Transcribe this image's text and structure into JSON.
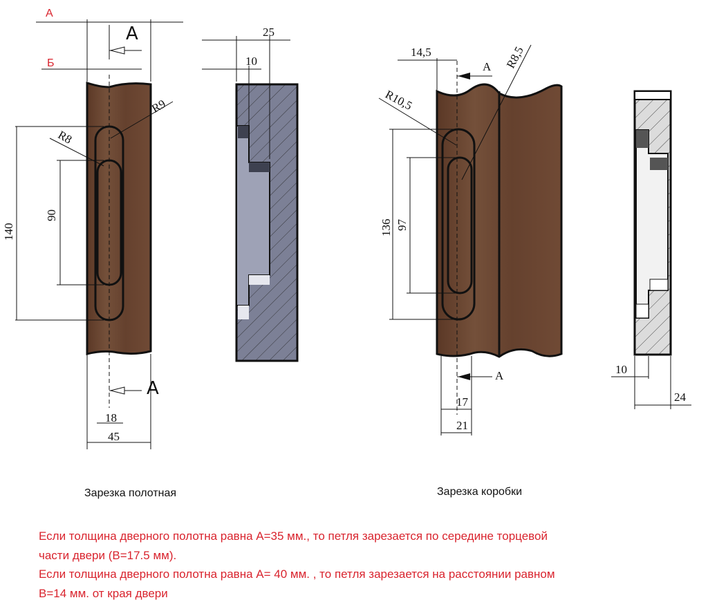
{
  "left_drawing": {
    "caption": "Зарезка полотная",
    "labels": {
      "a_red": "А",
      "b_red": "Б",
      "section_top": "A",
      "section_bottom": "A"
    },
    "dims": {
      "r9": "R9",
      "r8": "R8",
      "h140": "140",
      "h90": "90",
      "w18": "18",
      "w45": "45",
      "w25": "25",
      "w10": "10"
    }
  },
  "right_drawing": {
    "caption": "Зарезка коробки",
    "labels": {
      "section_top": "A",
      "section_bottom": "A"
    },
    "dims": {
      "w14_5": "14,5",
      "r8_5": "R8,5",
      "r10_5": "R10,5",
      "h136": "136",
      "h97": "97",
      "w17": "17",
      "w21": "21",
      "w10": "10",
      "w24": "24"
    }
  },
  "notes": [
    "Если толщина дверного полотна равна А=35 мм., то петля зарезается по середине торцевой",
    "части двери (В=17.5 мм).",
    "Если толщина дверного полотна равна А= 40 мм. , то петля зарезается на расстоянии равном",
    "В=14 мм. от края двери"
  ],
  "colors": {
    "wood": "#6a4330",
    "section": "#7c8096",
    "note_red": "#d9242e"
  }
}
